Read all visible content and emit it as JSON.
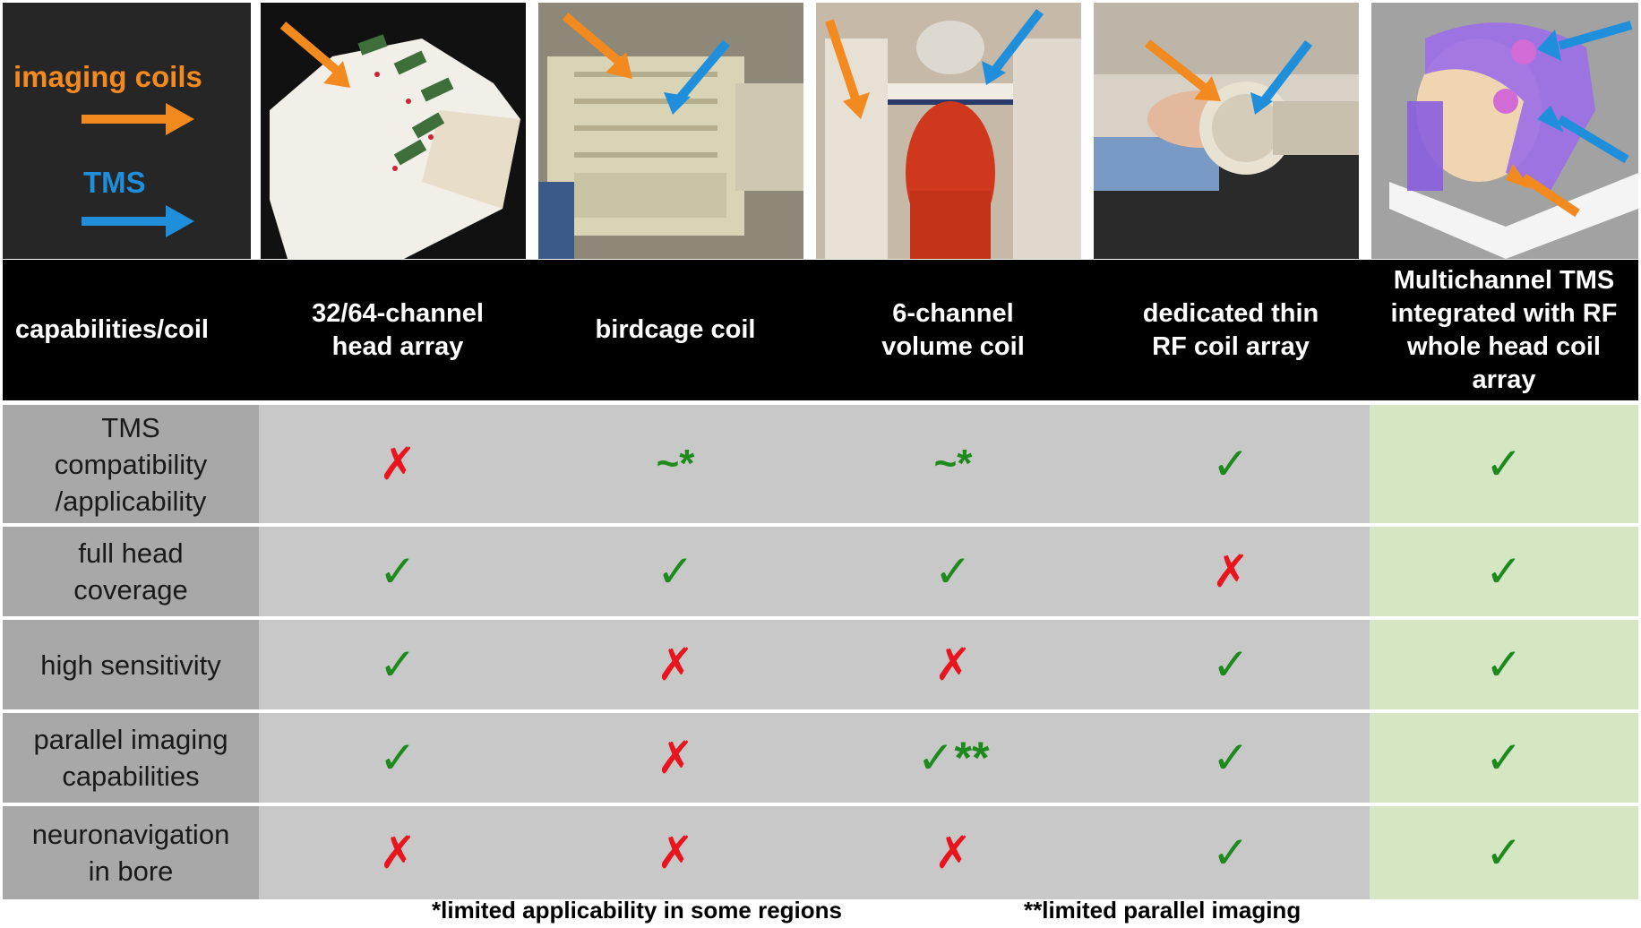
{
  "legend": {
    "imaging_label": "imaging coils",
    "tms_label": "TMS",
    "imaging_color": "#f28a1f",
    "tms_color": "#1f8fdc"
  },
  "photos": [
    {
      "name": "32-64-channel-array-photo"
    },
    {
      "name": "birdcage-coil-photo"
    },
    {
      "name": "6-channel-volume-coil-photo"
    },
    {
      "name": "thin-rf-coil-array-photo"
    },
    {
      "name": "multichannel-tms-rendering"
    }
  ],
  "table": {
    "corner": "capabilities/coil",
    "columns": [
      "32/64-channel\nhead array",
      "birdcage coil",
      "6-channel\nvolume coil",
      "dedicated thin\nRF coil array",
      "Multichannel TMS\nintegrated with RF\nwhole head coil\narray"
    ],
    "rows": [
      {
        "label": "TMS\ncompatibility\n/applicability",
        "cells": [
          "✗",
          "~*",
          "~*",
          "✓",
          "✓"
        ]
      },
      {
        "label": "full head\ncoverage",
        "cells": [
          "✓",
          "✓",
          "✓",
          "✗",
          "✓"
        ]
      },
      {
        "label": "high sensitivity",
        "cells": [
          "✓",
          "✗",
          "✗",
          "✓",
          "✓"
        ]
      },
      {
        "label": "parallel imaging\ncapabilities",
        "cells": [
          "✓",
          "✗",
          "✓**",
          "✓",
          "✓"
        ]
      },
      {
        "label": "neuronavigation\nin bore",
        "cells": [
          "✗",
          "✗",
          "✗",
          "✓",
          "✓"
        ]
      }
    ]
  },
  "footnotes": {
    "single": "*limited applicability in some regions",
    "double": "**limited parallel imaging"
  },
  "colors": {
    "check": "#1e8a1e",
    "cross": "#e8141e",
    "label_bg": "#a8a8a8",
    "cell_bg": "#c8c8c8",
    "highlight_bg": "#d5e6c2"
  }
}
